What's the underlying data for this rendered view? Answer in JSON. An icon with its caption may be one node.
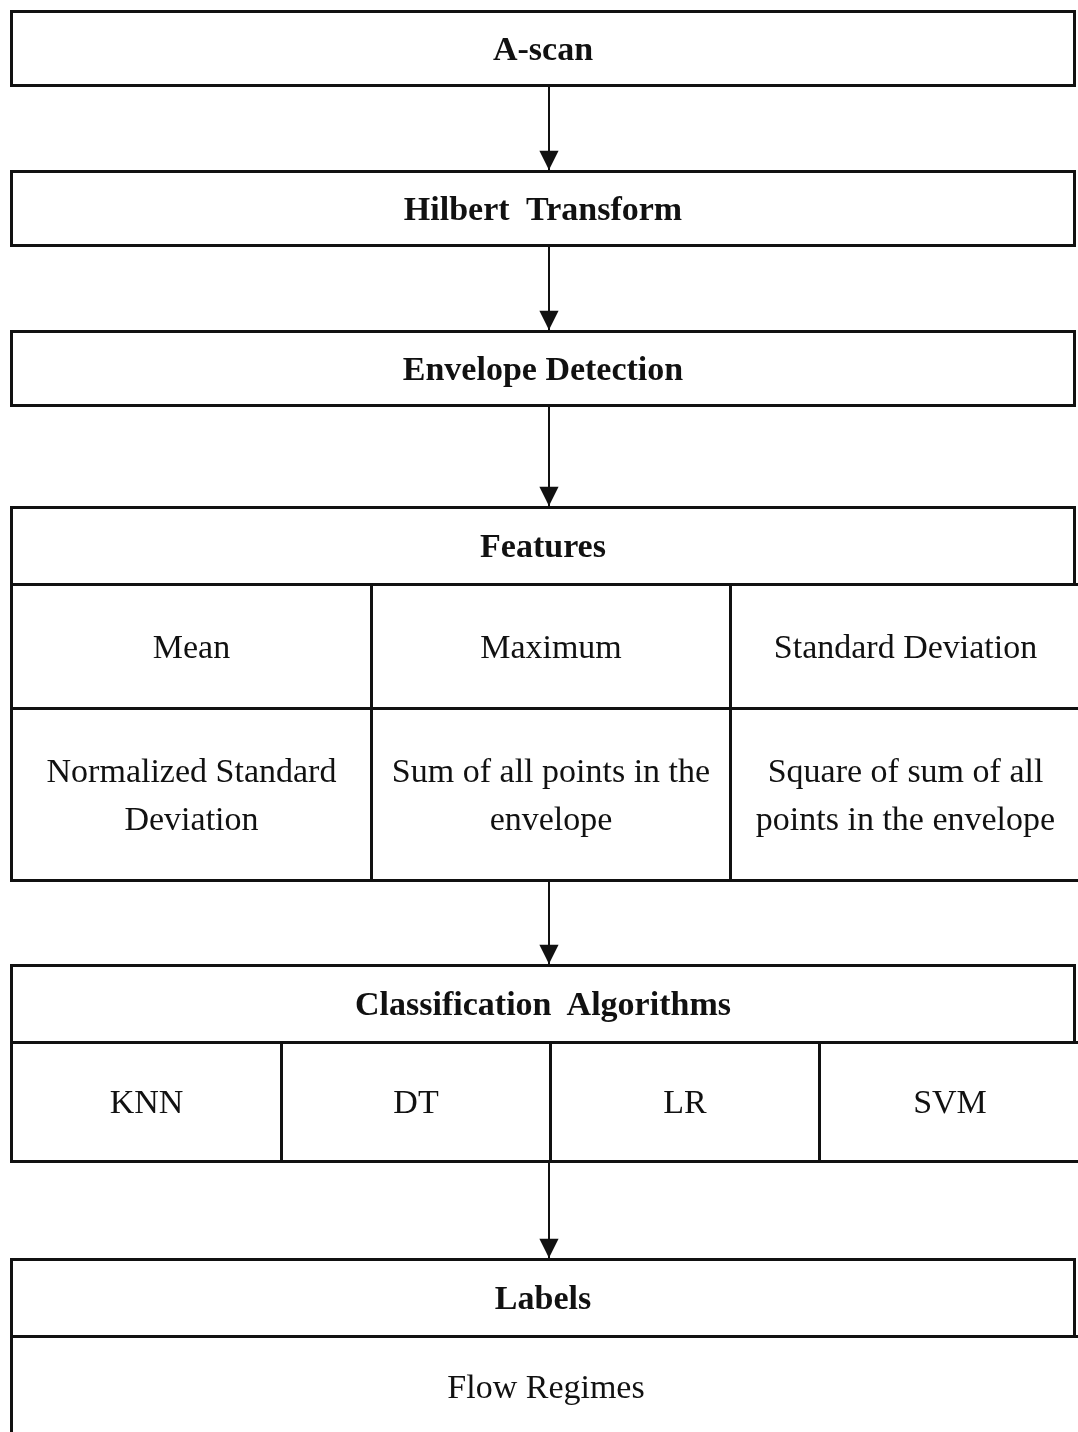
{
  "diagram": {
    "nodes": [
      {
        "text": [
          "A-scan"
        ]
      },
      {
        "text": [
          "Hilbert  Transform"
        ]
      },
      {
        "text": [
          "Envelope Detection"
        ]
      },
      {
        "text": [
          "Features"
        ]
      },
      {
        "text": [
          "Mean"
        ],
        "in": 3
      },
      {
        "text": [
          "Maximum"
        ],
        "in": 3
      },
      {
        "text": [
          "Standard Deviation"
        ],
        "in": 3
      },
      {
        "text": [
          "Normalized Standard Deviation"
        ],
        "in": 3
      },
      {
        "text": [
          "Sum of all points in the envelope"
        ],
        "in": 3
      },
      {
        "text": [
          "Square of sum of all points in the envelope"
        ],
        "in": 3
      },
      {
        "text": [
          "Classification  Algorithms"
        ]
      },
      {
        "text": [
          "KNN"
        ],
        "in": 10
      },
      {
        "text": [
          "DT"
        ],
        "in": 10
      },
      {
        "text": [
          "LR"
        ],
        "in": 10
      },
      {
        "text": [
          "SVM"
        ],
        "in": 10
      },
      {
        "text": [
          "Labels"
        ]
      },
      {
        "text": [
          "Flow Regimes"
        ],
        "in": 15
      }
    ],
    "edges": [
      {
        "from": 0,
        "to": 1,
        "arrow": "to"
      },
      {
        "from": 1,
        "to": 2,
        "arrow": "to"
      },
      {
        "from": 2,
        "to": 3,
        "arrow": "to"
      },
      {
        "from": 3,
        "to": 10,
        "arrow": "to"
      },
      {
        "from": 10,
        "to": 15,
        "arrow": "to"
      }
    ]
  }
}
